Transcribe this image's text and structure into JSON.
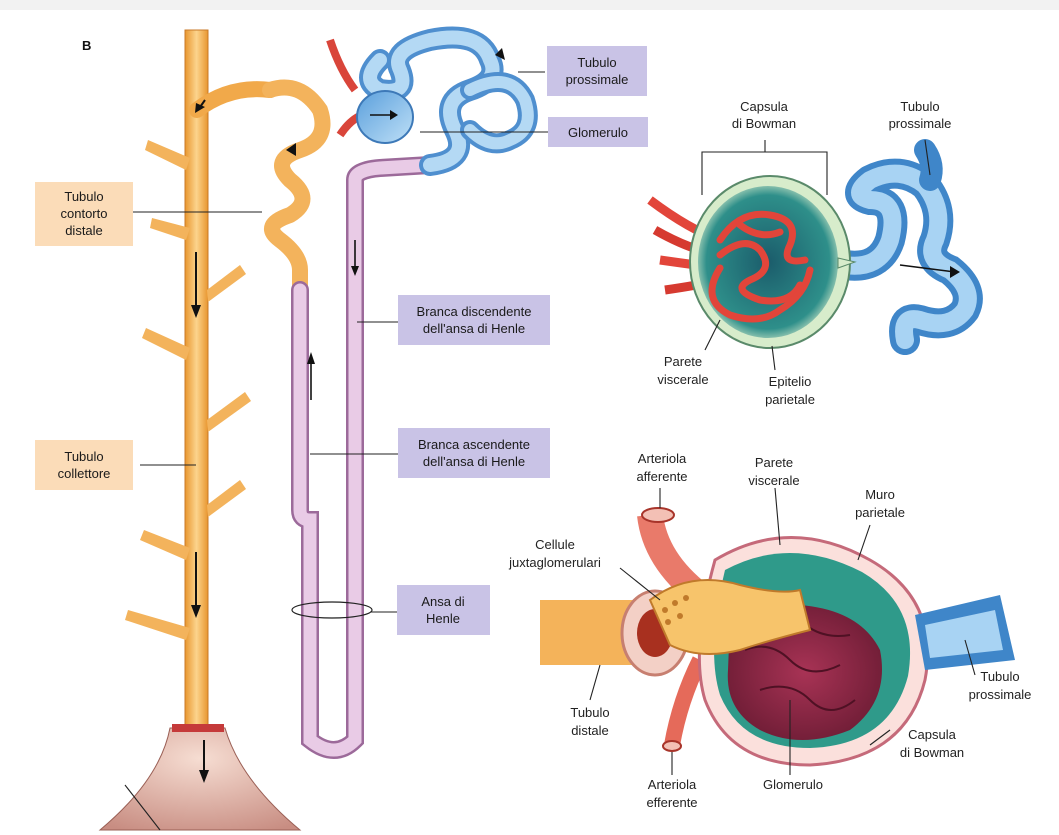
{
  "figure": {
    "panel_letter": "B",
    "labels": {
      "tubulo_prossimale": [
        "Tubulo",
        "prossimale"
      ],
      "glomerulo": [
        "Glomerulo"
      ],
      "tubulo_contorto_distale": [
        "Tubulo",
        "contorto",
        "distale"
      ],
      "branca_discendente": [
        "Branca discendente",
        "dell'ansa di Henle"
      ],
      "branca_ascendente": [
        "Branca ascendente",
        "dell'ansa di Henle"
      ],
      "tubulo_collettore": [
        "Tubulo",
        "collettore"
      ],
      "ansa_di_henle": [
        "Ansa di",
        "Henle"
      ]
    },
    "capsule_detail": {
      "capsula_di_bowman": [
        "Capsula",
        "di Bowman"
      ],
      "tubulo_prossimale": [
        "Tubulo",
        "prossimale"
      ],
      "parete_viscerale": [
        "Parete",
        "viscerale"
      ],
      "epitelio_parietale": [
        "Epitelio",
        "parietale"
      ]
    },
    "juxta_detail": {
      "arteriola_afferente": [
        "Arteriola",
        "afferente"
      ],
      "parete_viscerale": [
        "Parete",
        "viscerale"
      ],
      "muro_parietale": [
        "Muro",
        "parietale"
      ],
      "cellule_juxtaglomerulari": [
        "Cellule",
        "juxtaglomerulari"
      ],
      "tubulo_distale": [
        "Tubulo",
        "distale"
      ],
      "tubulo_prossimale": [
        "Tubulo",
        "prossimale"
      ],
      "capsula_di_bowman": [
        "Capsula",
        "di Bowman"
      ],
      "arteriola_efferente": [
        "Arteriola",
        "efferente"
      ],
      "glomerulo": [
        "Glomerulo"
      ]
    },
    "colors": {
      "label_box_blue": "#c9c3e6",
      "label_box_peach": "#fbdcb8",
      "collecting_duct": "#f7b862",
      "henle_loop": "#e3bfe0",
      "proximal_tubule": "#7fb8e6",
      "vessel_red": "#e2453a"
    }
  }
}
